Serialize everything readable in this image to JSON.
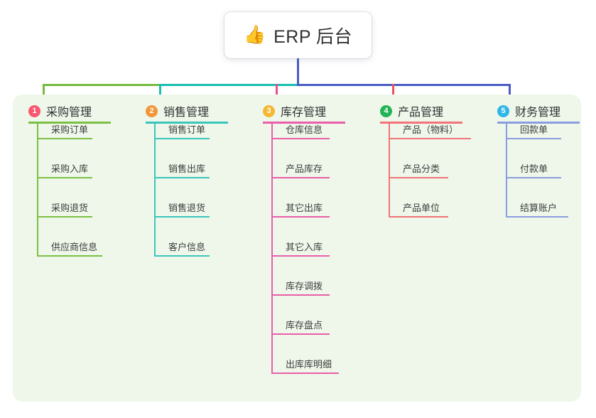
{
  "root": {
    "icon": "thumbs-up-icon",
    "icon_glyph": "👍",
    "title": "ERP 后台"
  },
  "palette": {
    "panel_bg": "#eef7ea",
    "page_bg": "#ffffff",
    "stem": "#4a5bc4",
    "connector_segments": [
      "#74bb3f",
      "#17bfb0",
      "#4a5bc4"
    ]
  },
  "columns": [
    {
      "index": "1",
      "title": "采购管理",
      "badge_color": "#f8576f",
      "line_color": "#7cc043",
      "drop_color": "#74bb3f",
      "head_rule_width": 116,
      "items": [
        {
          "label": "采购订单",
          "rule_width": 78
        },
        {
          "label": "采购入库",
          "rule_width": 78
        },
        {
          "label": "采购退货",
          "rule_width": 78
        },
        {
          "label": "供应商信息",
          "rule_width": 92
        }
      ]
    },
    {
      "index": "2",
      "title": "销售管理",
      "badge_color": "#f39539",
      "line_color": "#3bc6bb",
      "drop_color": "#17bfb0",
      "head_rule_width": 116,
      "items": [
        {
          "label": "销售订单",
          "rule_width": 78
        },
        {
          "label": "销售出库",
          "rule_width": 78
        },
        {
          "label": "销售退货",
          "rule_width": 78
        },
        {
          "label": "客户信息",
          "rule_width": 78
        }
      ]
    },
    {
      "index": "3",
      "title": "库存管理",
      "badge_color": "#f7b733",
      "line_color": "#ea5faa",
      "drop_color": "#ef4e8c",
      "head_rule_width": 116,
      "items": [
        {
          "label": "仓库信息",
          "rule_width": 82
        },
        {
          "label": "产品库存",
          "rule_width": 82
        },
        {
          "label": "其它出库",
          "rule_width": 82
        },
        {
          "label": "其它入库",
          "rule_width": 82
        },
        {
          "label": "库存调拨",
          "rule_width": 82
        },
        {
          "label": "库存盘点",
          "rule_width": 82
        },
        {
          "label": "出库库明细",
          "rule_width": 95
        }
      ]
    },
    {
      "index": "4",
      "title": "产品管理",
      "badge_color": "#22b457",
      "line_color": "#f2737a",
      "drop_color": "#f0515c",
      "head_rule_width": 116,
      "items": [
        {
          "label": "产品（物料）",
          "rule_width": 116
        },
        {
          "label": "产品分类",
          "rule_width": 84
        },
        {
          "label": "产品单位",
          "rule_width": 84
        }
      ]
    },
    {
      "index": "5",
      "title": "财务管理",
      "badge_color": "#2eb7e8",
      "line_color": "#8a9ddf",
      "drop_color": "#4a5bc4",
      "head_rule_width": 116,
      "items": [
        {
          "label": "回款单",
          "rule_width": 78
        },
        {
          "label": "付款单",
          "rule_width": 78
        },
        {
          "label": "结算账户",
          "rule_width": 88
        }
      ]
    }
  ]
}
